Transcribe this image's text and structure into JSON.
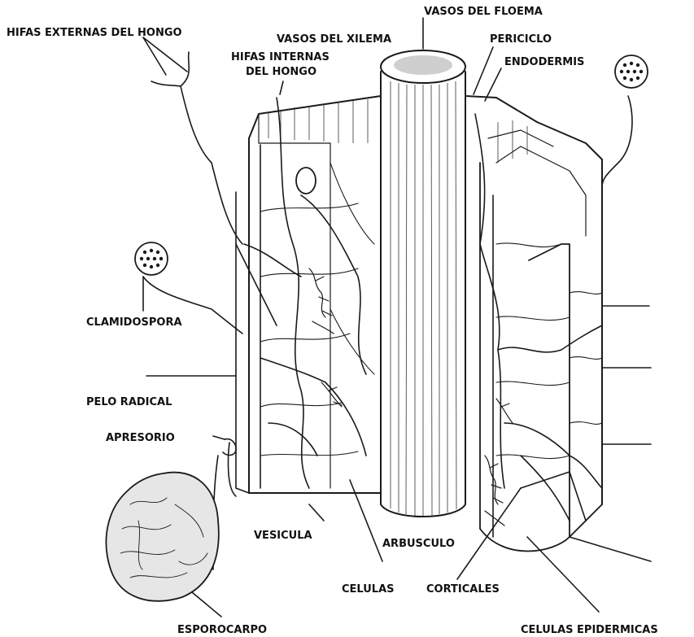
{
  "labels": {
    "vasos_floema": "VASOS DEL FLOEMA",
    "hifas_externas": "HIFAS EXTERNAS DEL HONGO",
    "vasos_xilema": "VASOS DEL XILEMA",
    "periciclo": "PERICICLO",
    "hifas_internas_1": "HIFAS INTERNAS",
    "hifas_internas_2": "DEL HONGO",
    "endodermis": "ENDODERMIS",
    "clamidospora": "CLAMIDOSPORA",
    "pelo_radical": "PELO RADICAL",
    "apresorio": "APRESORIO",
    "vesicula": "VESICULA",
    "arbusculo": "ARBUSCULO",
    "celulas": "CELULAS",
    "corticales": "CORTICALES",
    "esporocarpo": "ESPOROCARPO",
    "celulas_epidermicas": "CELULAS EPIDERMICAS"
  },
  "colors": {
    "ink": "#1a1a1a",
    "background": "#ffffff"
  }
}
